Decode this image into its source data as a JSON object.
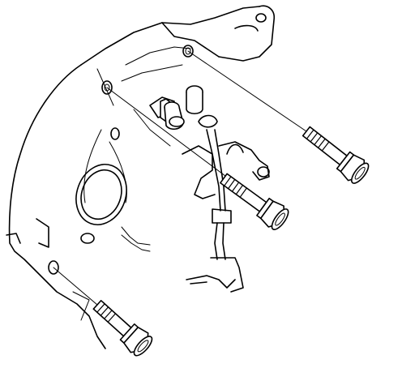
{
  "diagram": {
    "subject": "engine-block-side-view-with-mounting-bolts",
    "stroke_color": "#000000",
    "background_color": "#ffffff",
    "bolts": [
      {
        "id": "bolt-upper-right"
      },
      {
        "id": "bolt-middle"
      },
      {
        "id": "bolt-lower-left"
      }
    ]
  }
}
